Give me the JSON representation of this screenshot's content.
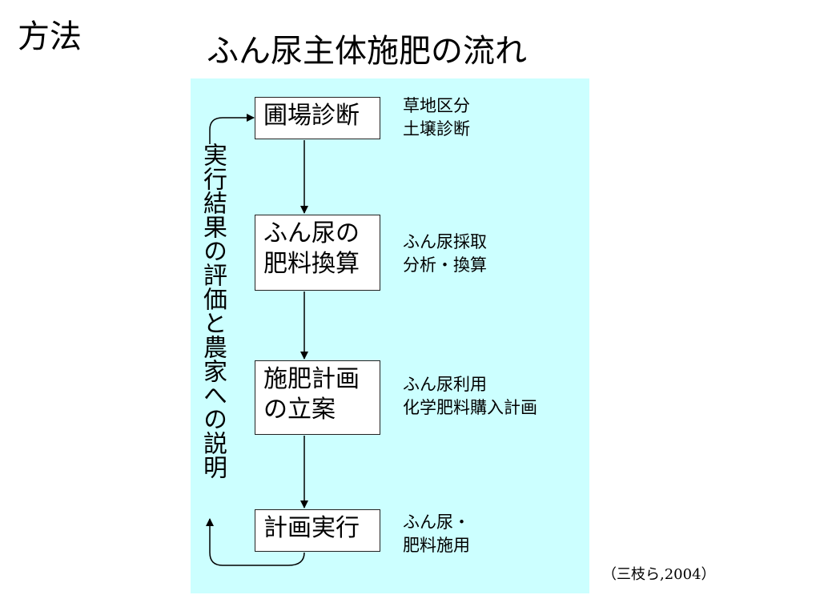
{
  "heading": "方法",
  "title": "ふん尿主体施肥の流れ",
  "steps": [
    {
      "label": "圃場診断",
      "note": "草地区分\n土壌診断"
    },
    {
      "label": "ふん尿の\n肥料換算",
      "note": "ふん尿採取\n分析・換算"
    },
    {
      "label": "施肥計画\nの立案",
      "note": "ふん尿利用\n化学肥料購入計画"
    },
    {
      "label": "計画実行",
      "note": "ふん尿・\n肥料施用"
    }
  ],
  "feedback_label": "実行結果の評価と農家への説明",
  "citation": "（三枝ら,2004）",
  "colors": {
    "panel": "#ccffff",
    "box": "#ffffff",
    "line": "#000000"
  }
}
